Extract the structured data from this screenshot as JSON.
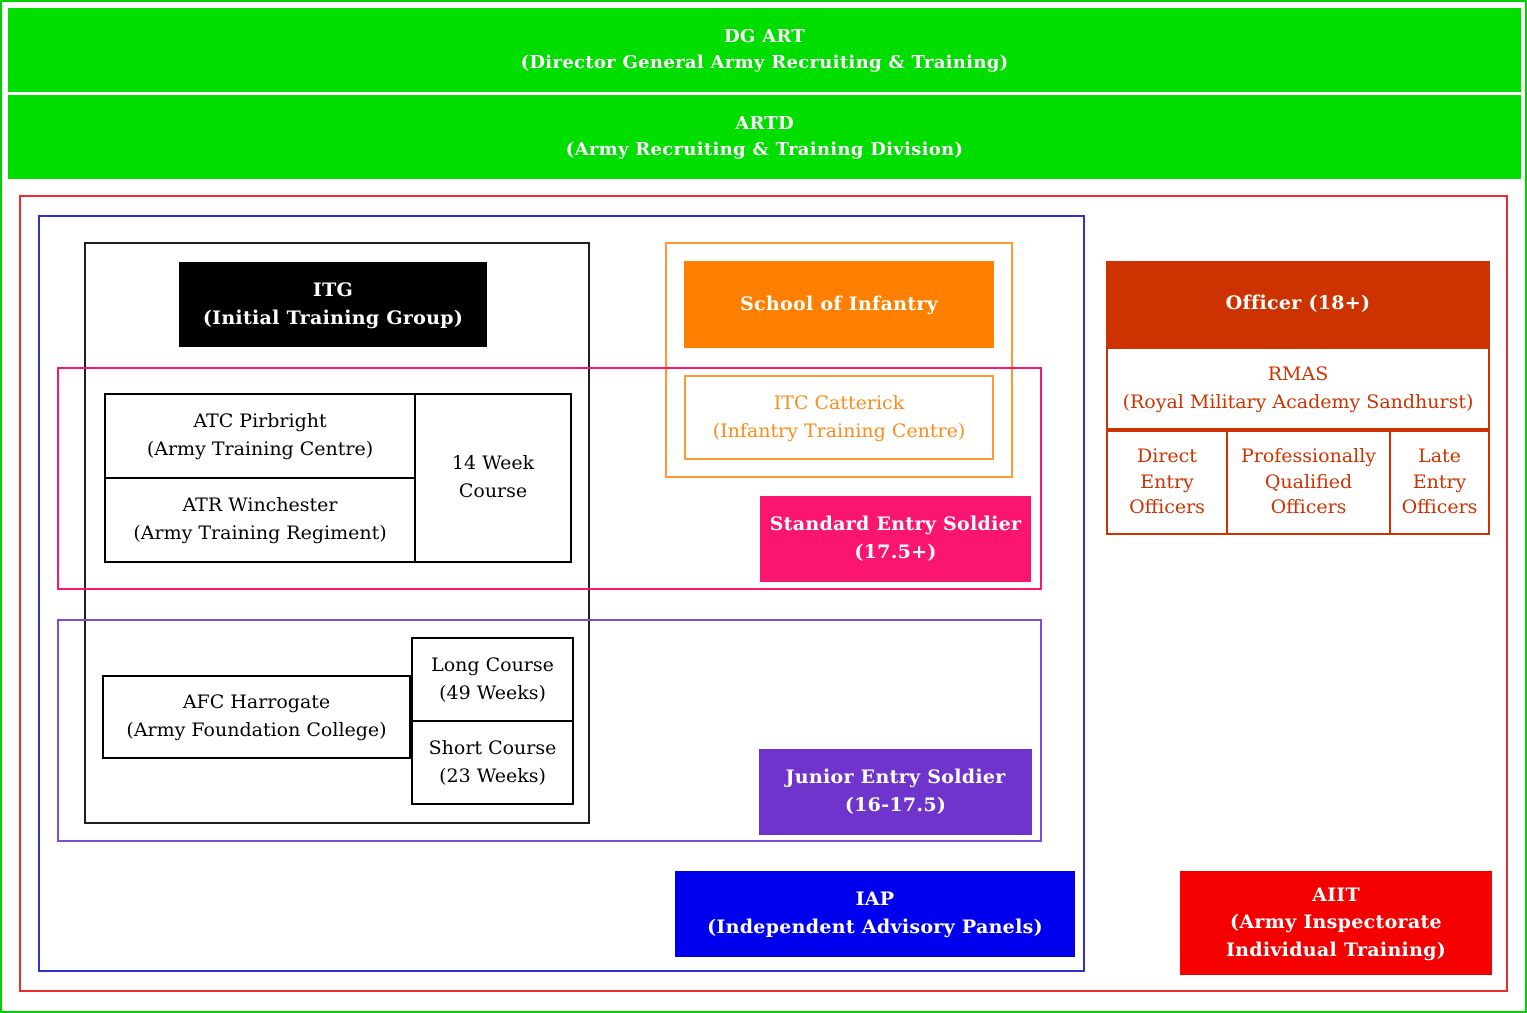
{
  "colors": {
    "banner_green": "#00DE00",
    "page_border_green": "#00CF00",
    "outer_border_red": "#EE2A2A",
    "inner_border_blue": "#3030CC",
    "pink": "#FA1670",
    "purple_fill": "#6E34CC",
    "purple_border": "#7C4FD0",
    "orange_fill": "#FF7F00",
    "orange_border": "#FF9933",
    "orange_text": "#FF8C1A",
    "brick": "#CC3300",
    "iap_blue": "#0000EE",
    "aiit_red": "#F40000",
    "box_black": "#000000"
  },
  "banners": {
    "dg_art": {
      "title": "DG ART",
      "subtitle": "(Director General Army Recruiting & Training)"
    },
    "artd": {
      "title": "ARTD",
      "subtitle": "(Army Recruiting & Training Division)"
    }
  },
  "itg": {
    "title": "ITG",
    "subtitle": "(Initial Training Group)"
  },
  "atc": {
    "title": "ATC Pirbright",
    "subtitle": "(Army Training Centre)"
  },
  "atr": {
    "title": "ATR Winchester",
    "subtitle": "(Army Training Regiment)"
  },
  "course14": {
    "line1": "14 Week",
    "line2": "Course"
  },
  "school_of_infantry": {
    "label": "School of Infantry"
  },
  "itc": {
    "title": "ITC Catterick",
    "subtitle": "(Infantry Training Centre)"
  },
  "standard_entry": {
    "title": "Standard Entry Soldier",
    "subtitle": "(17.5+)"
  },
  "afc": {
    "title": "AFC Harrogate",
    "subtitle": "(Army Foundation College)"
  },
  "long_course": {
    "title": "Long Course",
    "subtitle": "(49 Weeks)"
  },
  "short_course": {
    "title": "Short Course",
    "subtitle": "(23 Weeks)"
  },
  "junior_entry": {
    "title": "Junior Entry Soldier",
    "subtitle": "(16-17.5)"
  },
  "iap": {
    "title": "IAP",
    "subtitle": "(Independent Advisory Panels)"
  },
  "officer": {
    "header": "Officer (18+)",
    "rmas": {
      "title": "RMAS",
      "subtitle": "(Royal Military Academy Sandhurst)"
    },
    "columns": [
      "Direct Entry Officers",
      "Professionally Qualified Officers",
      "Late Entry Officers"
    ]
  },
  "aiit": {
    "title": "AIIT",
    "subtitle": "(Army Inspectorate Individual Training)"
  }
}
